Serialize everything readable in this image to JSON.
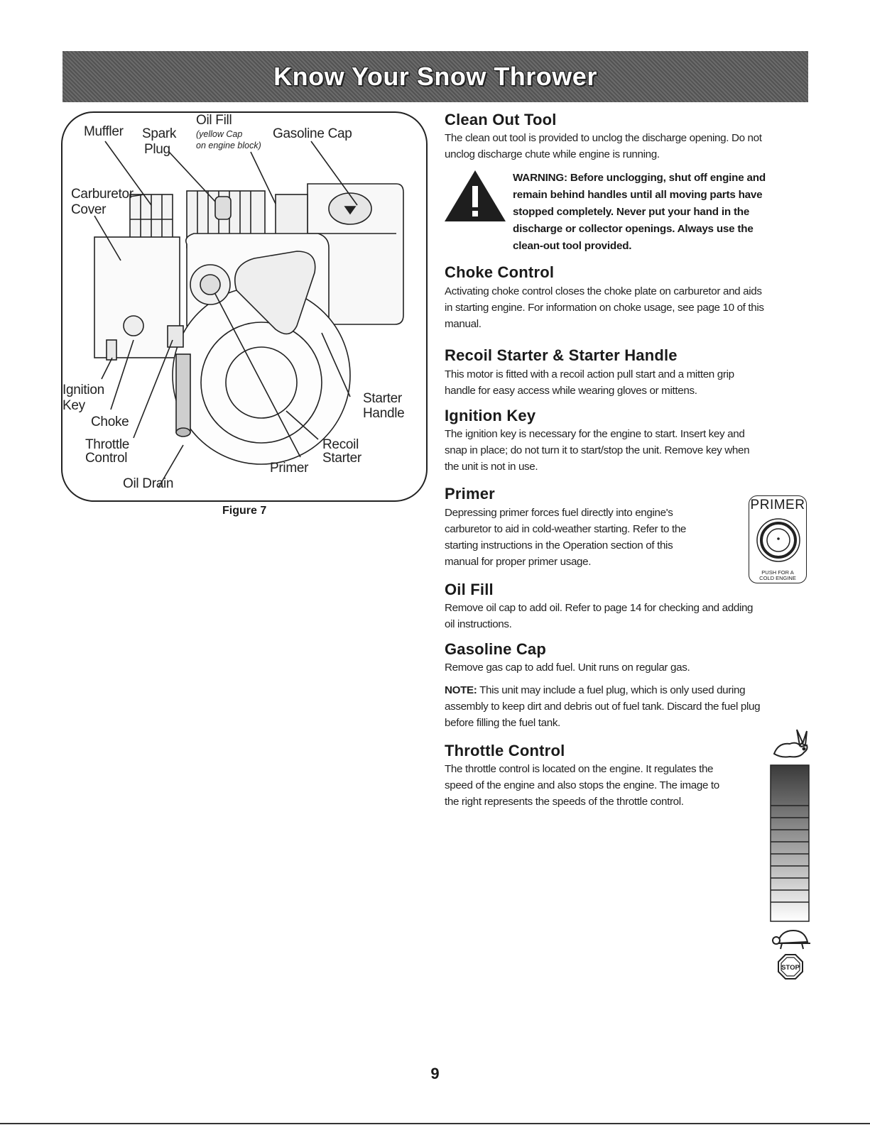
{
  "banner": {
    "title": "Know Your Snow Thrower"
  },
  "figure": {
    "caption": "Figure 7",
    "labels": {
      "muffler": "Muffler",
      "spark": "Spark",
      "plug": "Plug",
      "oil_fill": "Oil Fill",
      "oil_fill_note_1": "(yellow Cap",
      "oil_fill_note_2": "on engine block)",
      "gasoline_cap": "Gasoline Cap",
      "carburetor": "Carburetor",
      "cover": "Cover",
      "ignition": "Ignition",
      "key": "Key",
      "choke": "Choke",
      "throttle": "Throttle",
      "control": "Control",
      "oil_drain": "Oil Drain",
      "primer": "Primer",
      "recoil": "Recoil",
      "starter_r": "Starter",
      "starter": "Starter",
      "handle": "Handle"
    }
  },
  "sections": {
    "clean_out": {
      "title": "Clean Out Tool",
      "line1": "The clean out tool is provided to unclog the discharge opening. Do not",
      "line2": "unclog discharge chute while engine is running.",
      "warning": [
        "WARNING: Before unclogging, shut off engine and",
        "remain behind handles until all moving parts have",
        "stopped completely. Never put your hand in the",
        "discharge or collector openings. Always use the",
        "clean-out tool provided."
      ]
    },
    "choke": {
      "title": "Choke Control",
      "lines": [
        "Activating choke control closes the choke plate on carburetor and aids",
        "in starting engine. For information on choke usage, see page 10 of this",
        "manual."
      ]
    },
    "recoil": {
      "title": "Recoil Starter & Starter Handle",
      "lines": [
        "This motor is fitted with a recoil action pull start and a mitten grip",
        "handle for easy access while wearing gloves or mittens."
      ]
    },
    "ignition": {
      "title": "Ignition Key",
      "lines": [
        "The ignition key is necessary for the engine to start. Insert key and",
        "snap in place; do not turn it to start/stop the unit. Remove key when",
        "the unit is not in use."
      ]
    },
    "primer": {
      "title": "Primer",
      "lines": [
        "Depressing primer forces fuel directly into engine's",
        "carburetor to aid in cold-weather starting. Refer to the",
        "starting instructions in the Operation section of this",
        "manual for proper primer usage."
      ],
      "badge_top": "PRIMER",
      "badge_bottom_1": "PUSH FOR A",
      "badge_bottom_2": "COLD ENGINE"
    },
    "oil_fill": {
      "title": "Oil Fill",
      "lines": [
        "Remove oil cap to add oil. Refer to page 14 for checking and adding",
        "oil instructions."
      ]
    },
    "gasoline": {
      "title": "Gasoline Cap",
      "line": "Remove gas cap to add fuel. Unit runs on regular gas.",
      "note_label": "NOTE:",
      "note_lines": [
        "This unit may include a fuel plug, which is only used during",
        "assembly to keep dirt and debris out of fuel tank. Discard the fuel plug",
        "before filling the fuel tank."
      ]
    },
    "throttle": {
      "title": "Throttle Control",
      "lines": [
        "The throttle control is located on the engine. It regulates the",
        "speed of the engine and also stops the engine. The image to",
        "the right represents the speeds of the throttle control."
      ],
      "stop_label": "STOP"
    }
  },
  "page_number": "9",
  "colors": {
    "banner": "#5a5a5a",
    "text": "#1a1a1a"
  }
}
